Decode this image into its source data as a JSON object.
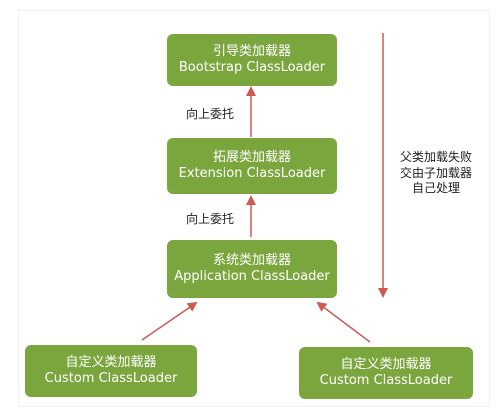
{
  "nodes": {
    "bootstrap": {
      "cn": "引导类加载器",
      "en": "Bootstrap ClassLoader"
    },
    "extension": {
      "cn": "拓展类加载器",
      "en": "Extension ClassLoader"
    },
    "application": {
      "cn": "系统类加载器",
      "en": "Application ClassLoader"
    },
    "custom_left": {
      "cn": "自定义类加载器",
      "en": "Custom ClassLoader"
    },
    "custom_right": {
      "cn": "自定义类加载器",
      "en": "Custom ClassLoader"
    }
  },
  "edges": {
    "ext_to_boot_label": "向上委托",
    "app_to_ext_label": "向上委托"
  },
  "side_note": {
    "line1": "父类加载失败",
    "line2": "交由子加载器",
    "line3": "自己处理"
  },
  "colors": {
    "node_fill": "#7aa63d",
    "arrow": "#cf5a52"
  }
}
